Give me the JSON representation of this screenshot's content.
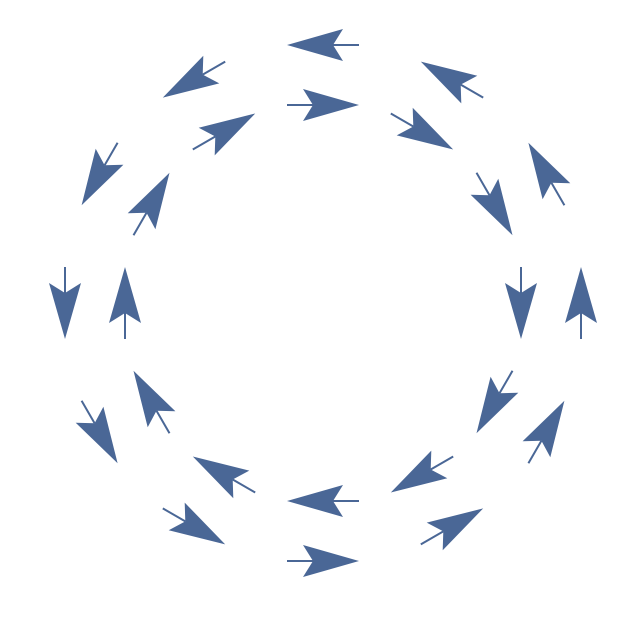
{
  "diagram": {
    "arrow_color": "#4a6796",
    "background": "#ffffff",
    "rings": [
      {
        "name": "outer-ring",
        "rotation": "counterclockwise",
        "arrow_count": 12
      },
      {
        "name": "inner-ring",
        "rotation": "clockwise",
        "arrow_count": 12
      }
    ]
  }
}
